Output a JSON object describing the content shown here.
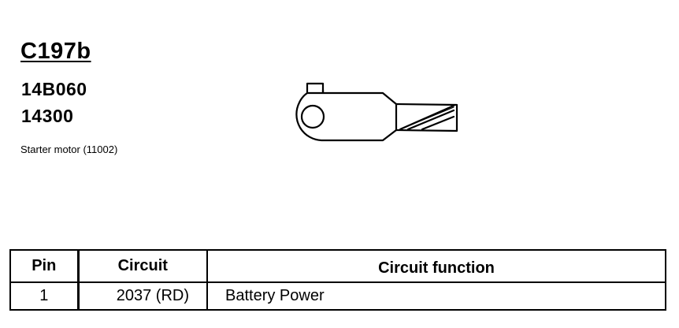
{
  "connector": {
    "id": "C197b",
    "part_numbers": [
      "14B060",
      "14300"
    ],
    "description": "Starter motor (11002)"
  },
  "drawing": {
    "icon": "ring-terminal-icon"
  },
  "pinout_table": {
    "headers": {
      "pin": "Pin",
      "circuit": "Circuit",
      "function": "Circuit function"
    },
    "rows": [
      {
        "pin": "1",
        "circuit": "2037 (RD)",
        "function": "Battery Power"
      }
    ]
  }
}
